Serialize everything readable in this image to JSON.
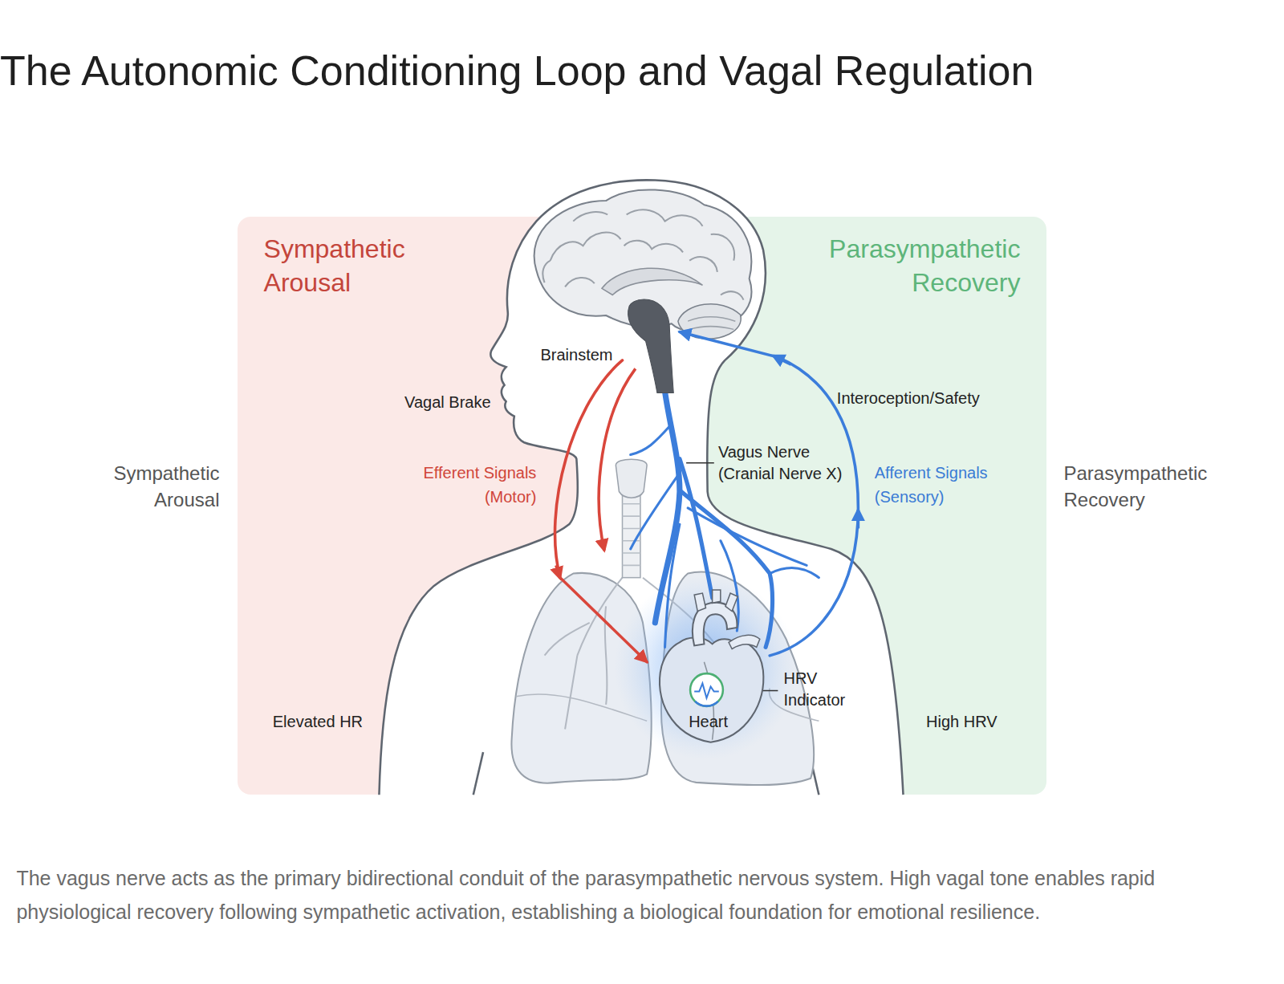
{
  "diagram": {
    "title": "The Autonomic Conditioning Loop and Vagal Regulation",
    "caption": "The vagus nerve acts as the primary bidirectional conduit of the parasympathetic nervous system. High vagal tone enables rapid physiological recovery following sympathetic activation, establishing a biological foundation for emotional resilience.",
    "nodes": [
      {
        "text": [
          "Sympathetic Arousal",
          "Elevated HR"
        ]
      },
      {
        "text": [
          "Parasympathetic Recovery",
          "High HRV"
        ]
      },
      {
        "text": [
          "Brainstem"
        ]
      },
      {
        "text": [
          "Heart"
        ]
      }
    ],
    "edges": [
      {
        "from": 2,
        "to": 3,
        "arrow": "to",
        "label": "Efferent Signals (Motor)"
      },
      {
        "from": 3,
        "to": 2,
        "arrow": "to",
        "label": "Afferent Signals (Sensory)"
      }
    ],
    "labels": [
      "Interoception/Safety",
      "Vagal Brake",
      "Sympathetic Arousal",
      "Vagus Nerve (Cranial Nerve X)",
      "Parasympathetic Recovery",
      "HRV Indicator"
    ]
  }
}
